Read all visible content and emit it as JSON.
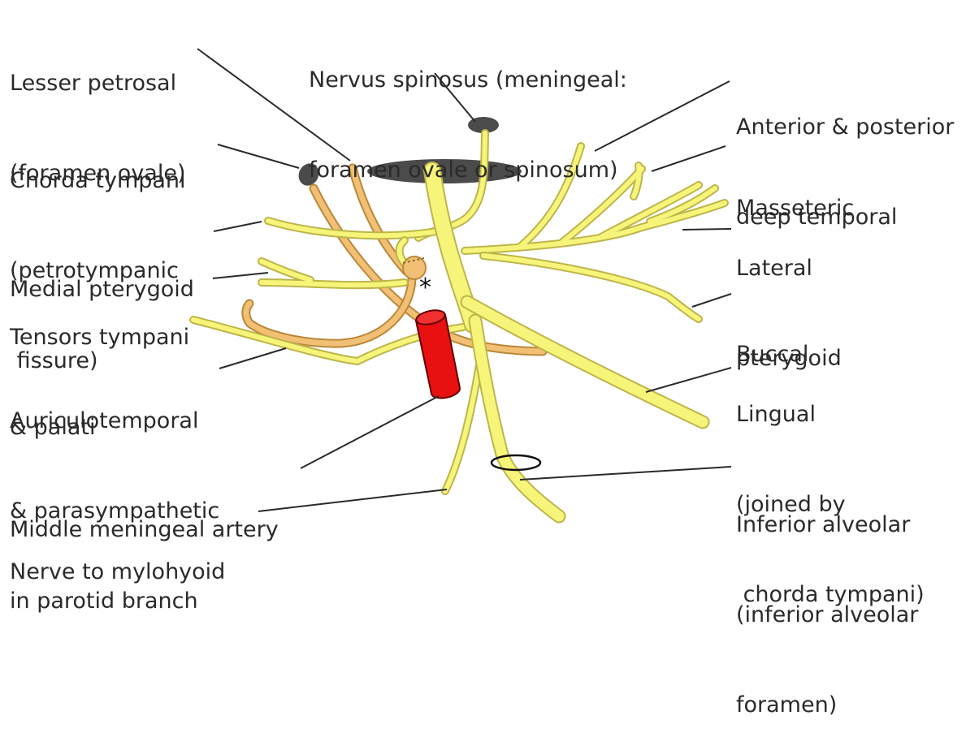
{
  "colors": {
    "nerve": "#f6f57a",
    "nerve_outline": "#bdb54a",
    "parasympathetic_branch": "#f2c074",
    "artery": "#e81010",
    "foramen": "#4b4b4b",
    "leader_line": "#2a2a2a"
  },
  "labels": {
    "lesser_petrosal": [
      "Lesser petrosal",
      "(foramen ovale)"
    ],
    "nervus_spinosus": [
      "Nervus spinosus (meningeal:",
      "foramen ovale or spinosum)"
    ],
    "deep_temporal": [
      "Anterior & posterior",
      "deep temporal"
    ],
    "chorda_tympani": [
      "Chorda tympani",
      "(petrotympanic",
      " fissure)"
    ],
    "masseteric": [
      "Masseteric"
    ],
    "lateral_pterygoid": [
      "Lateral",
      "pterygoid"
    ],
    "medial_pterygoid": [
      "Medial pterygoid"
    ],
    "tensors": [
      "Tensors tympani",
      "& palati"
    ],
    "buccal": [
      "Buccal"
    ],
    "auriculotemporal": [
      "Auriculotemporal",
      "& parasympathetic",
      "in parotid branch"
    ],
    "lingual": [
      "Lingual",
      "(joined by",
      " chorda tympani)"
    ],
    "middle_meningeal_artery": [
      "Middle meningeal artery"
    ],
    "inferior_alveolar": [
      "Inferior alveolar",
      "(inferior alveolar",
      "foramen)"
    ],
    "nerve_to_mylohyoid": [
      "Nerve to mylohyoid"
    ],
    "asterisk": "*"
  }
}
